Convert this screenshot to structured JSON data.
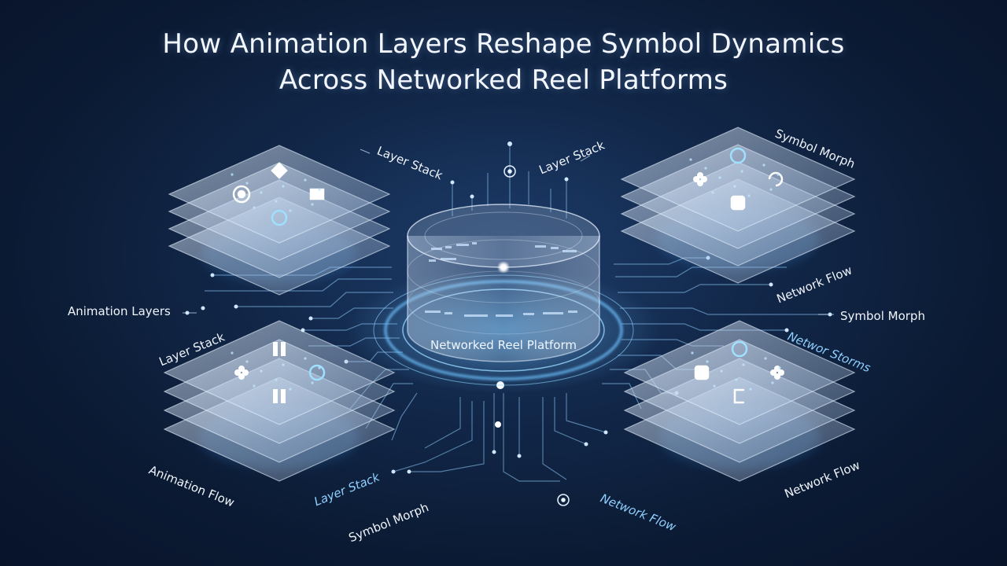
{
  "title": {
    "line1": "How Animation Layers Reshape Symbol Dynamics",
    "line2": "Across Networked Reel Platforms"
  },
  "hub": {
    "label": "Networked Reel Platform"
  },
  "labels": {
    "layer_stack_top_left": "Layer Stack",
    "layer_stack_top_center": "Layer Stack",
    "symbol_morph_top_right": "Symbol Morph",
    "network_flow_right_upper": "Network Flow",
    "animation_layers_left": "Animation Layers",
    "symbol_morph_right": "Symbol Morph",
    "layer_stack_left_mid": "Layer Stack",
    "networ_storms": "Networ Storms",
    "animation_flow": "Animation Flow",
    "layer_stack_bottom": "Layer Stack",
    "symbol_morph_bottom": "Symbol Morph",
    "network_flow_bottom_center": "Network Flow",
    "network_flow_bottom_right": "Network Flow"
  },
  "colors": {
    "accent": "#5fb8ff",
    "glow": "#9ad6ff",
    "panel": "#cfe0f5"
  },
  "icons": [
    "target-icon",
    "diamond-icon",
    "pause-icon",
    "flower-icon",
    "ring-icon",
    "spiral-icon",
    "chip-icon",
    "bracket-icon"
  ]
}
